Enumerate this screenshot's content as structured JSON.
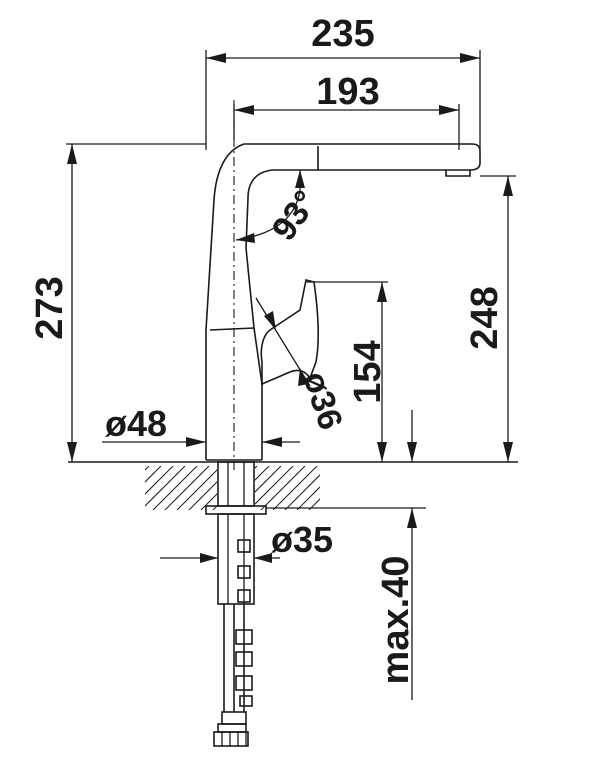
{
  "dimensions": {
    "total_width": "235",
    "spout_reach": "193",
    "total_height": "273",
    "spout_height": "248",
    "lever_height": "154",
    "swivel_angle": "93°",
    "lever_diameter": "ø36",
    "base_diameter": "ø48",
    "shank_diameter": "ø35",
    "max_thickness": "max.40"
  }
}
